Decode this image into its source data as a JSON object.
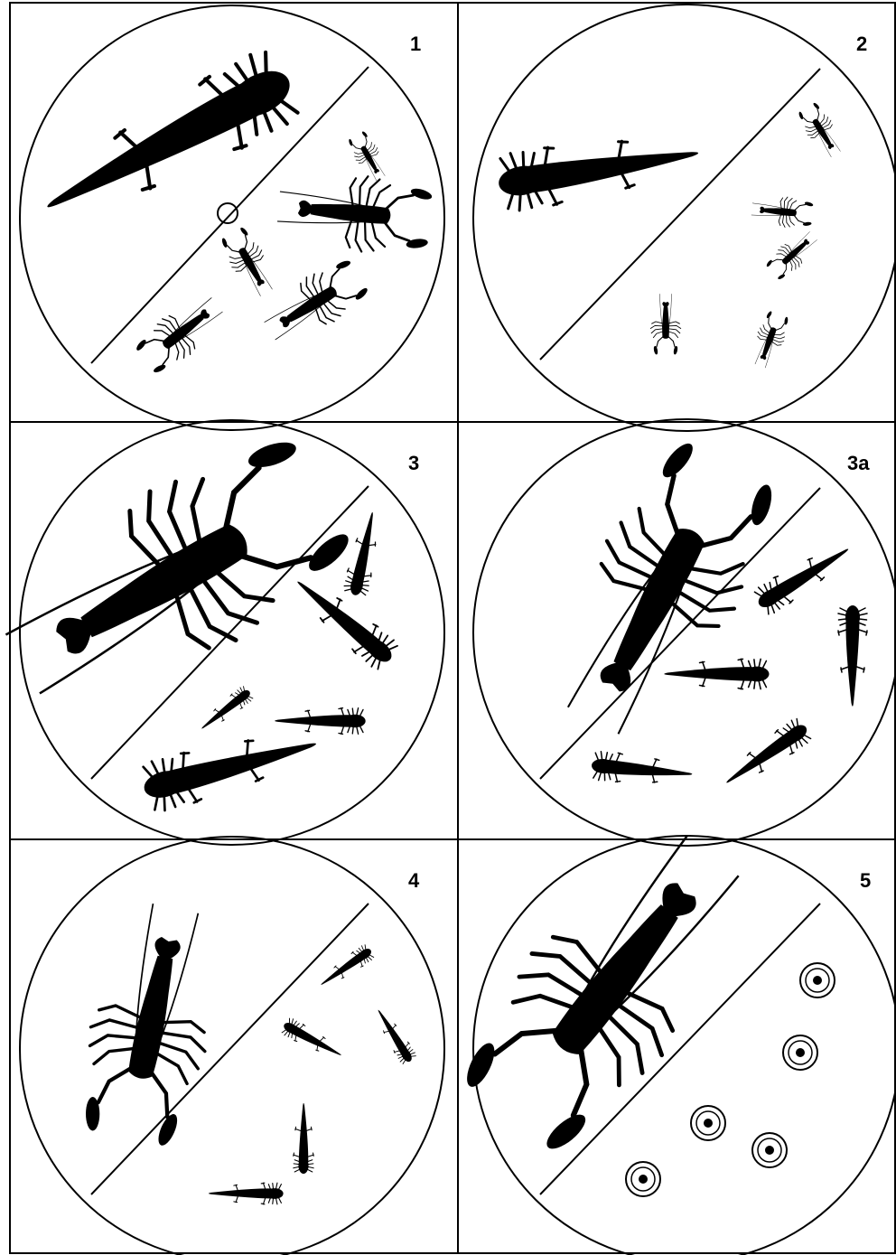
{
  "figure": {
    "panels": [
      {
        "id": "p1",
        "label": "1",
        "large": "salamander",
        "small": "crayfish",
        "count": 5,
        "marker": true
      },
      {
        "id": "p2",
        "label": "2",
        "large": "salamander",
        "small": "crayfish",
        "count": 5,
        "marker": false
      },
      {
        "id": "p3",
        "label": "3",
        "large": "crayfish",
        "small": "salamander",
        "count": 5,
        "marker": false
      },
      {
        "id": "p3a",
        "label": "3a",
        "large": "crayfish",
        "small": "salamander",
        "count": 5,
        "marker": false
      },
      {
        "id": "p4",
        "label": "4",
        "large": "crayfish",
        "small": "salamander",
        "count": 5,
        "marker": false
      },
      {
        "id": "p5",
        "label": "5",
        "large": "crayfish",
        "small": "egg",
        "count": 5,
        "marker": false
      }
    ]
  },
  "colors": {
    "ink": "#000000",
    "background": "#ffffff"
  }
}
